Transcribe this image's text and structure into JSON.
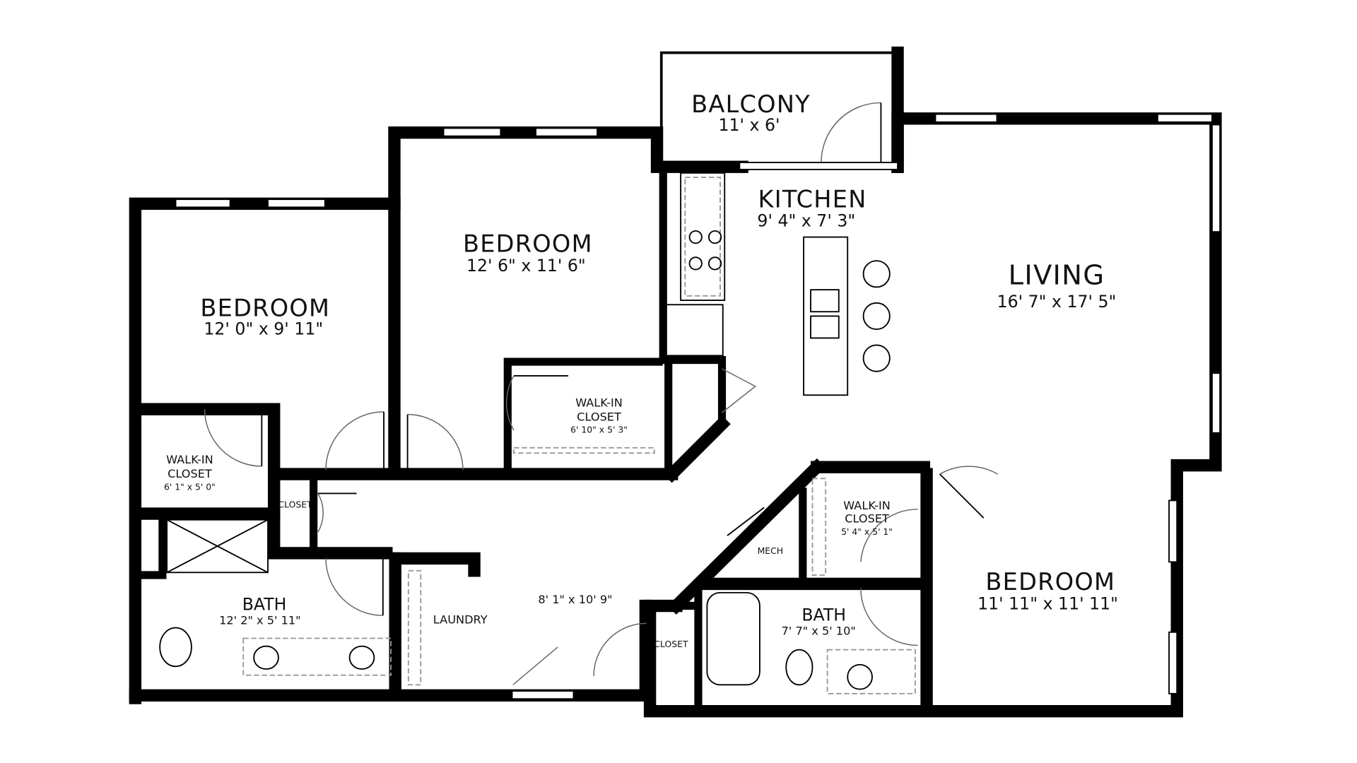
{
  "rooms": {
    "balcony": {
      "name": "BALCONY",
      "size": "11' x 6'"
    },
    "kitchen": {
      "name": "KITCHEN",
      "size": "9' 4\" x 7' 3\""
    },
    "living": {
      "name": "LIVING",
      "size": "16' 7\" x 17' 5\""
    },
    "bedroom_left": {
      "name": "BEDROOM",
      "size": "12' 0\" x 9' 11\""
    },
    "bedroom_middle": {
      "name": "BEDROOM",
      "size": "12' 6\" x 11' 6\""
    },
    "bedroom_right": {
      "name": "BEDROOM",
      "size": "11' 11\" x 11' 11\""
    },
    "walkin_left": {
      "line1": "WALK-IN",
      "line2": "CLOSET",
      "size": "6' 1\" x 5' 0\""
    },
    "walkin_middle": {
      "line1": "WALK-IN",
      "line2": "CLOSET",
      "size": "6' 10\" x 5' 3\""
    },
    "walkin_right": {
      "line1": "WALK-IN",
      "line2": "CLOSET",
      "size": "5' 4\" x 5' 1\""
    },
    "bath_left": {
      "name": "BATH",
      "size": "12' 2\" x 5' 11\""
    },
    "bath_right": {
      "name": "BATH",
      "size": "7' 7\" x 5' 10\""
    },
    "closet_left": {
      "name": "CLOSET"
    },
    "closet_right": {
      "name": "CLOSET"
    },
    "laundry": {
      "name": "LAUNDRY"
    },
    "mech": {
      "name": "MECH"
    },
    "hall": {
      "size": "8' 1\" x 10' 9\""
    }
  }
}
